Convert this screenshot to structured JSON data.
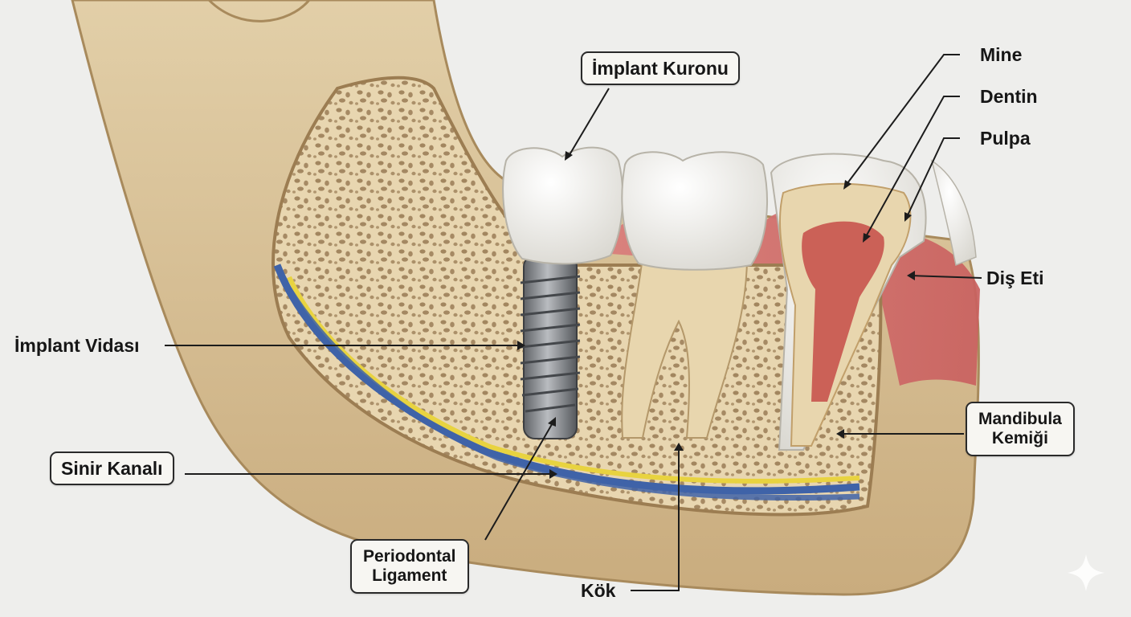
{
  "labels": {
    "implant_crown": "İmplant Kuronu",
    "enamel": "Mine",
    "dentin": "Dentin",
    "pulp": "Pulpa",
    "gum": "Diş Eti",
    "implant_screw": "İmplant Vidası",
    "mandible_line1": "Mandibula",
    "mandible_line2": "Kemiği",
    "nerve_canal": "Sinir Kanalı",
    "periodontal_line1": "Periodontal",
    "periodontal_line2": "Ligament",
    "root": "Kök"
  },
  "colors": {
    "background": "#eeeeec",
    "bone": "#dcc7a0",
    "bone_dark": "#b89a6c",
    "spongy_bone": "#e6d3ab",
    "gum": "#d9787a",
    "enamel": "#f3f1ec",
    "dentin": "#e8d6ae",
    "pulp": "#c8544e",
    "nerve": "#e8d340",
    "vessel": "#3f63a8",
    "implant_metal": "#8e9196",
    "outline": "#1c1c1c"
  }
}
